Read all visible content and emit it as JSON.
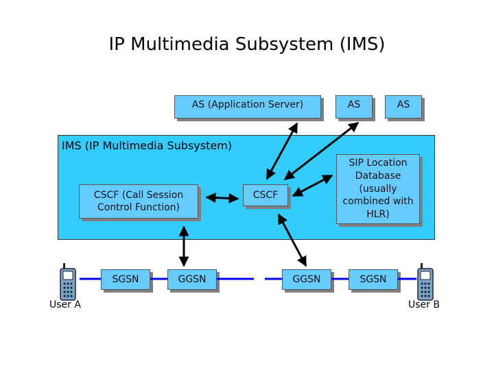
{
  "title": "IP Multimedia Subsystem (IMS)",
  "ims_region": {
    "label": "IMS (IP Multimedia Subsystem)"
  },
  "nodes": {
    "as_main": "AS (Application Server)",
    "as_2": "AS",
    "as_3": "AS",
    "cscf_call": "CSCF (Call Session Control Function)",
    "cscf": "CSCF",
    "sip_db": "SIP Location Database (usually combined with HLR)",
    "sgsn_a": "SGSN",
    "ggsn_a": "GGSN",
    "ggsn_b": "GGSN",
    "sgsn_b": "SGSN"
  },
  "users": {
    "a": "User A",
    "b": "User B"
  },
  "colors": {
    "box_fill": "#66ccff",
    "region_fill": "#33ccff",
    "link_blue": "#0000ff",
    "arrow": "#000000"
  },
  "icons": {
    "phone": "mobile-phone-icon"
  }
}
